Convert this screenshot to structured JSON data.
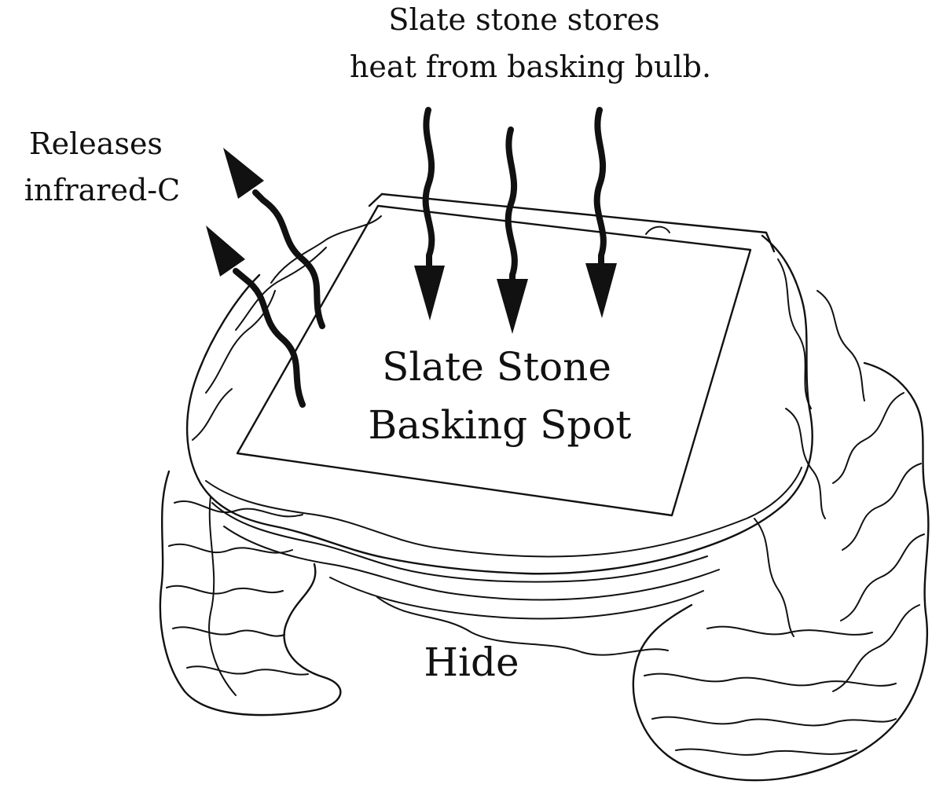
{
  "labels": {
    "heat_caption_line1": "Slate stone stores",
    "heat_caption_line2": "heat from basking bulb.",
    "infrared_line1": "Releases",
    "infrared_line2": "infrared-C",
    "slate_line1": "Slate Stone",
    "slate_line2": "Basking Spot",
    "hide": "Hide"
  },
  "colors": {
    "ink": "#111111",
    "background": "#ffffff"
  }
}
